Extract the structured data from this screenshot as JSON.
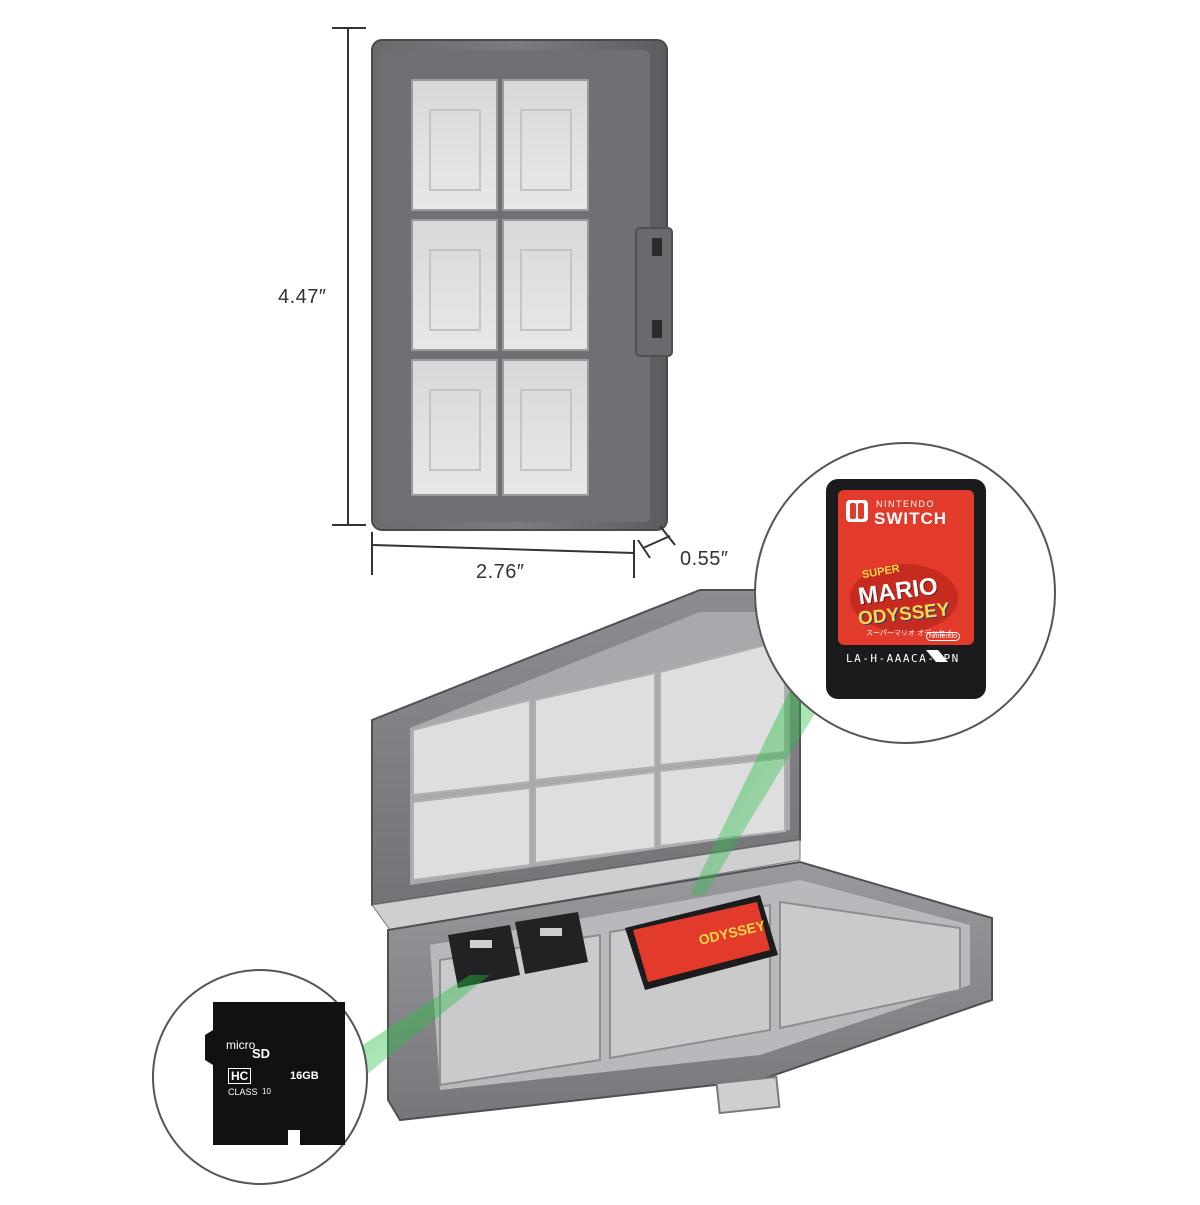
{
  "dimensions": {
    "height": "4.47″",
    "width": "2.76″",
    "depth": "0.55″"
  },
  "game_card": {
    "brand_top": "NINTENDO",
    "brand_bottom": "SWITCH",
    "title_small": "SUPER",
    "title_main": "MARIO",
    "subtitle": "ODYSSEY",
    "japanese": "スーパーマリオ オデッセイ",
    "publisher": "Nintendo",
    "code": "LA-H-AAACA-JPN"
  },
  "sd_card": {
    "micro": "micro",
    "sd": "SD",
    "hc": "HC",
    "class": "CLASS",
    "class_num": "10",
    "capacity": "16GB"
  },
  "colors": {
    "case_dark": "#5f5f62",
    "case_mid": "#8a8a8d",
    "case_light": "#c4c4c6",
    "pane": "#e4e4e6",
    "switch_red": "#e23a2b",
    "card_black": "#1b1b1d",
    "beam_green": "#3fcf4a"
  }
}
